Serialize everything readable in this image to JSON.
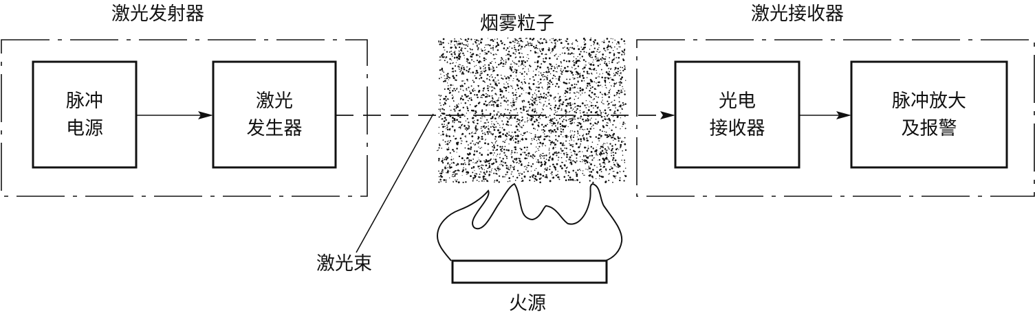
{
  "transmitter": {
    "title": "激光发射器",
    "pulse_source": [
      "脉冲",
      "电源"
    ],
    "laser_generator": [
      "激光",
      "发生器"
    ]
  },
  "smoke": {
    "label": "烟雾粒子"
  },
  "receiver": {
    "title": "激光接收器",
    "photo_receiver": [
      "光电",
      "接收器"
    ],
    "amplifier_alarm": [
      "脉冲放大",
      "及报警"
    ]
  },
  "beam": {
    "label": "激光束"
  },
  "fire": {
    "label": "火源"
  }
}
